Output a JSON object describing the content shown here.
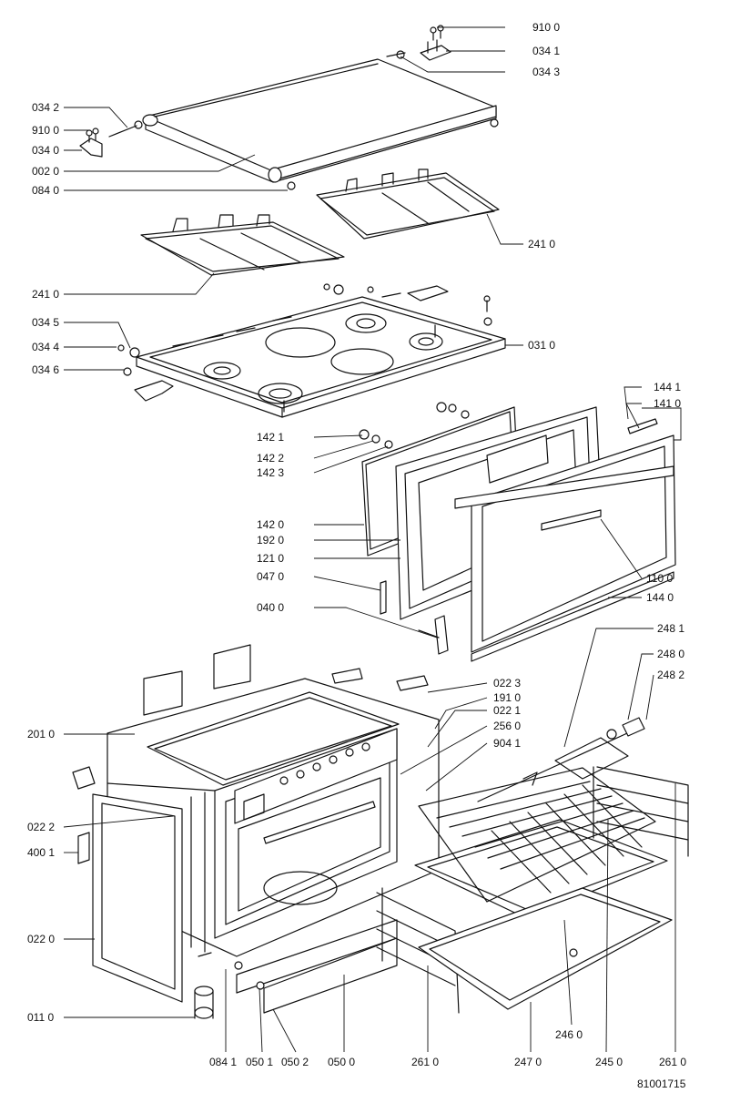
{
  "drawing_number": "81001715",
  "callouts": [
    {
      "id": "c9100a",
      "label": "910 0"
    },
    {
      "id": "c0341",
      "label": "034 1"
    },
    {
      "id": "c0343",
      "label": "034 3"
    },
    {
      "id": "c0342",
      "label": "034 2"
    },
    {
      "id": "c9100b",
      "label": "910 0"
    },
    {
      "id": "c0340",
      "label": "034 0"
    },
    {
      "id": "c0020",
      "label": "002 0"
    },
    {
      "id": "c0840",
      "label": "084 0"
    },
    {
      "id": "c2410a",
      "label": "241 0"
    },
    {
      "id": "c2410b",
      "label": "241 0"
    },
    {
      "id": "c0345",
      "label": "034 5"
    },
    {
      "id": "c0344",
      "label": "034 4"
    },
    {
      "id": "c0310",
      "label": "031 0"
    },
    {
      "id": "c0346",
      "label": "034 6"
    },
    {
      "id": "c1441",
      "label": "144 1"
    },
    {
      "id": "c1410",
      "label": "141 0"
    },
    {
      "id": "c1421",
      "label": "142 1"
    },
    {
      "id": "c1422",
      "label": "142 2"
    },
    {
      "id": "c1423",
      "label": "142 3"
    },
    {
      "id": "c1420",
      "label": "142 0"
    },
    {
      "id": "c1920",
      "label": "192 0"
    },
    {
      "id": "c1210",
      "label": "121 0"
    },
    {
      "id": "c1100",
      "label": "110 0"
    },
    {
      "id": "c0470",
      "label": "047 0"
    },
    {
      "id": "c1440",
      "label": "144 0"
    },
    {
      "id": "c0400",
      "label": "040 0"
    },
    {
      "id": "c2481",
      "label": "248 1"
    },
    {
      "id": "c2480",
      "label": "248 0"
    },
    {
      "id": "c2482",
      "label": "248 2"
    },
    {
      "id": "c0223",
      "label": "022 3"
    },
    {
      "id": "c1910",
      "label": "191 0"
    },
    {
      "id": "c0221",
      "label": "022 1"
    },
    {
      "id": "c2010",
      "label": "201 0"
    },
    {
      "id": "c2560",
      "label": "256 0"
    },
    {
      "id": "c9041",
      "label": "904 1"
    },
    {
      "id": "c0222",
      "label": "022 2"
    },
    {
      "id": "c4001",
      "label": "400 1"
    },
    {
      "id": "c0220",
      "label": "022 0"
    },
    {
      "id": "c0110",
      "label": "011 0"
    },
    {
      "id": "c0841",
      "label": "084 1"
    },
    {
      "id": "c0501",
      "label": "050 1"
    },
    {
      "id": "c0502",
      "label": "050 2"
    },
    {
      "id": "c0500",
      "label": "050 0"
    },
    {
      "id": "c2610a",
      "label": "261 0"
    },
    {
      "id": "c2470",
      "label": "247 0"
    },
    {
      "id": "c2460",
      "label": "246 0"
    },
    {
      "id": "c2450",
      "label": "245 0"
    },
    {
      "id": "c2610b",
      "label": "261 0"
    }
  ]
}
